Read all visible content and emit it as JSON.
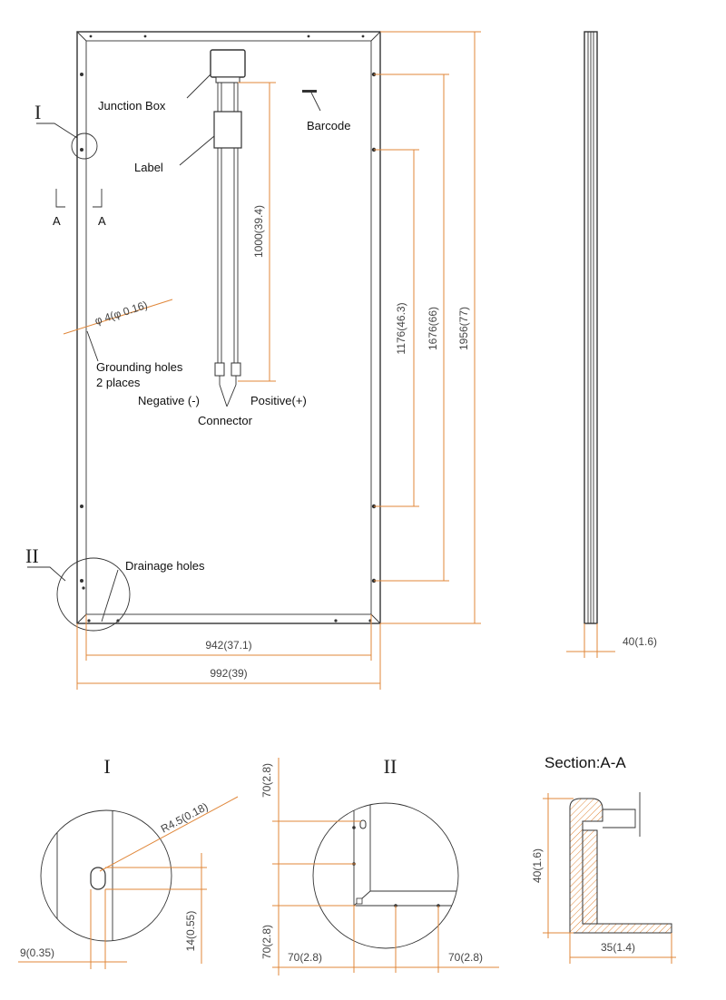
{
  "labels": {
    "junction_box": "Junction Box",
    "barcode": "Barcode",
    "label": "Label",
    "grounding_holes_1": "Grounding holes",
    "grounding_holes_2": "2 places",
    "negative": "Negative (-)",
    "positive": "Positive(+)",
    "connector": "Connector",
    "drainage_holes": "Drainage holes",
    "section_a_left": "A",
    "section_a_right": "A",
    "detail_i_marker": "I",
    "detail_ii_marker": "II"
  },
  "dimensions": {
    "cable_length": "1000(39.4)",
    "hole_dia": "φ 4(φ 0.16)",
    "mount_1176": "1176(46.3)",
    "mount_1676": "1676(66)",
    "length_1956": "1956(77)",
    "width_942": "942(37.1)",
    "width_992": "992(39)",
    "thickness_40": "40(1.6)"
  },
  "detail_i": {
    "title": "I",
    "radius": "R4.5(0.18)",
    "offset": "9(0.35)",
    "slot_length": "14(0.55)"
  },
  "detail_ii": {
    "title": "II",
    "vert_top": "70(2.8)",
    "vert_bottom": "70(2.8)",
    "horiz_left": "70(2.8)",
    "horiz_right": "70(2.8)"
  },
  "section_aa": {
    "title": "Section:A-A",
    "height": "40(1.6)",
    "width": "35(1.4)"
  },
  "colors": {
    "dimension_line": "#e0873a",
    "outline": "#333333"
  }
}
